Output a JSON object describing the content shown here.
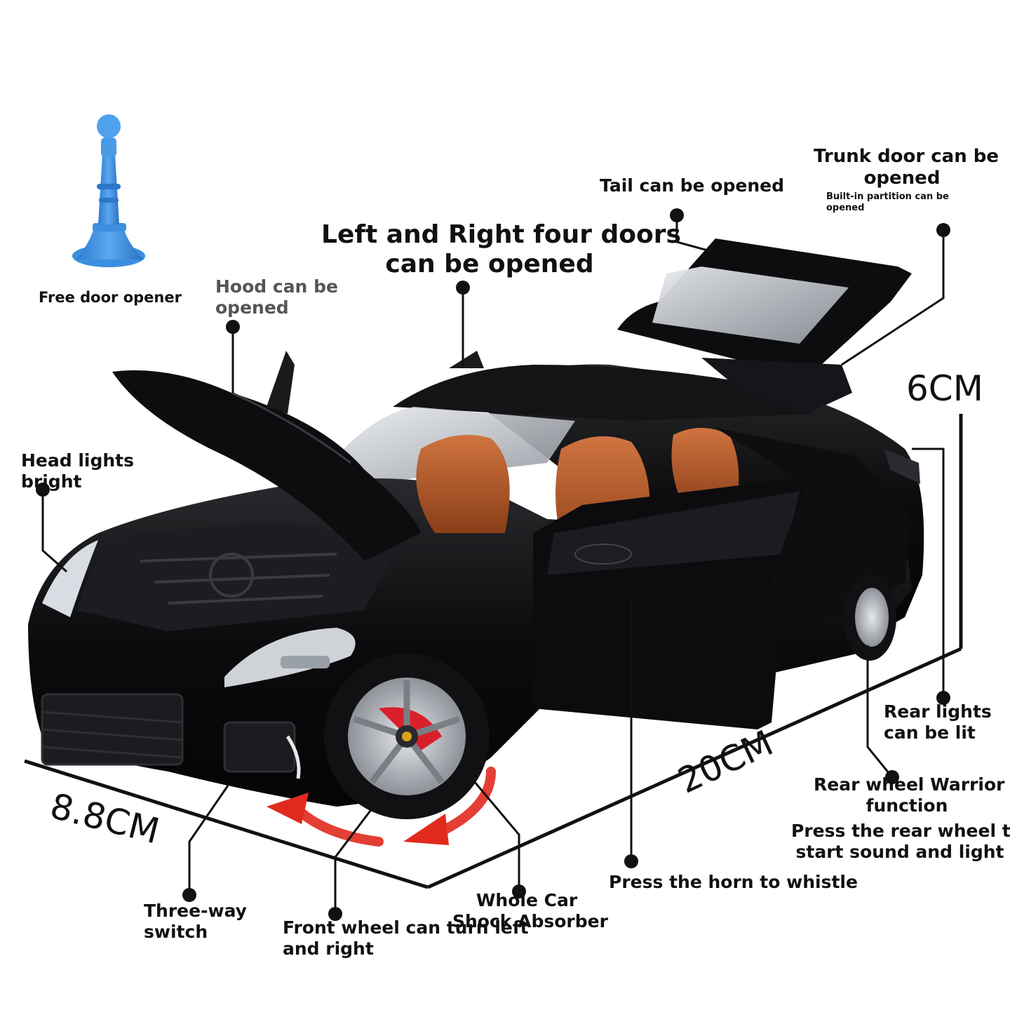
{
  "labels": {
    "free_door_opener": "Free door opener",
    "hood_line1": "Hood can be",
    "hood_line2": "opened",
    "doors_line1": "Left and Right four doors",
    "doors_line2": "can be opened",
    "tail": "Tail can be opened",
    "trunk_line1": "Trunk door can be",
    "trunk_line2": "opened",
    "partition_line1": "Built-in partition can be",
    "partition_line2": "opened",
    "headlights_line1": "Head lights",
    "headlights_line2": "bright",
    "rear_lights_line1": "Rear lights",
    "rear_lights_line2": "can be lit",
    "rear_wheel_line1": "Rear wheel Warrior",
    "rear_wheel_line2": "function",
    "press_rear_line1": "Press the rear wheel to",
    "press_rear_line2": "start sound and light",
    "horn": "Press the horn to whistle",
    "shock_line1": "Whole Car",
    "shock_line2": "Shock Absorber",
    "three_way_line1": "Three-way",
    "three_way_line2": "switch",
    "front_wheel_line1": "Front wheel can turn left",
    "front_wheel_line2": "and right"
  },
  "dimensions": {
    "height": "6CM",
    "length": "20CM",
    "width": "8.8CM"
  },
  "colors": {
    "car_body": "#0b0b0d",
    "interior": "#b85a2a",
    "opener": "#3a8fe0",
    "arrow": "#e02a1e",
    "caliper": "#d9202a",
    "rim": "#b9bcc2"
  }
}
